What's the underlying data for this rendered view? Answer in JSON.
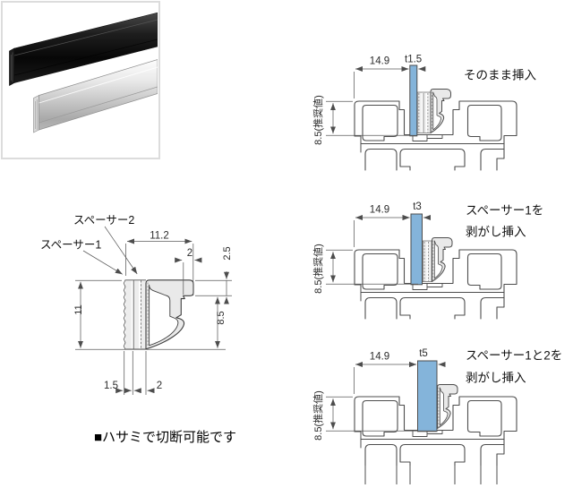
{
  "colors": {
    "panel_blue": "#84b4da",
    "gasket_gray": "#e9e9e9",
    "line": "#4d4d4d"
  },
  "cross_section": {
    "spacer2_label": "スペーサー2",
    "spacer1_label": "スペーサー1",
    "dim_top_width": "11.2",
    "dim_tip_width": "2",
    "dim_tip_height": "2.5",
    "dim_height": "11",
    "dim_lower_height": "8.5",
    "dim_spacer1": "1.5",
    "dim_spacer2": "2"
  },
  "note": "■ハサミで切断可能です",
  "diagrams": [
    {
      "width_dim": "14.9",
      "thickness": "t1.5",
      "depth": "8.5(推奨値)",
      "caption1": "そのまま挿入",
      "caption2": ""
    },
    {
      "width_dim": "14.9",
      "thickness": "t3",
      "depth": "8.5(推奨値)",
      "caption1": "スペーサー1を",
      "caption2": "剥がし挿入"
    },
    {
      "width_dim": "14.9",
      "thickness": "t5",
      "depth": "8.5(推奨値)",
      "caption1": "スペーサー1と2を",
      "caption2": "剥がし挿入"
    }
  ]
}
